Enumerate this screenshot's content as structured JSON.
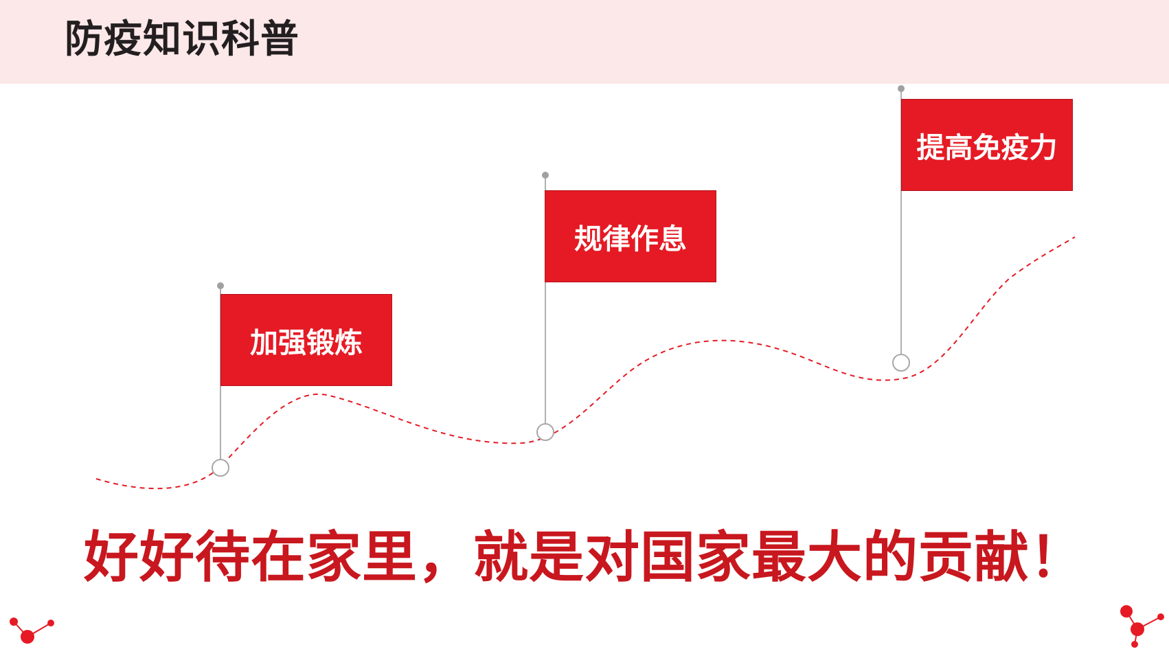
{
  "header": {
    "title": "防疫知识科普",
    "background_color": "#fce8e9"
  },
  "flags": [
    {
      "label": "加强锻炼"
    },
    {
      "label": "规律作息"
    },
    {
      "label": "提高免疫力"
    }
  ],
  "slogan": "好好待在家里，就是对国家最大的贡献！",
  "colors": {
    "flag_red": "#e51a24",
    "slogan_red": "#c8171e",
    "path_dash": "#e51a24",
    "pole_gray": "#b0b0b0",
    "title_dark": "#231f20"
  },
  "decorations": {
    "left_icon": "molecule-icon",
    "right_icon": "molecule-icon"
  }
}
